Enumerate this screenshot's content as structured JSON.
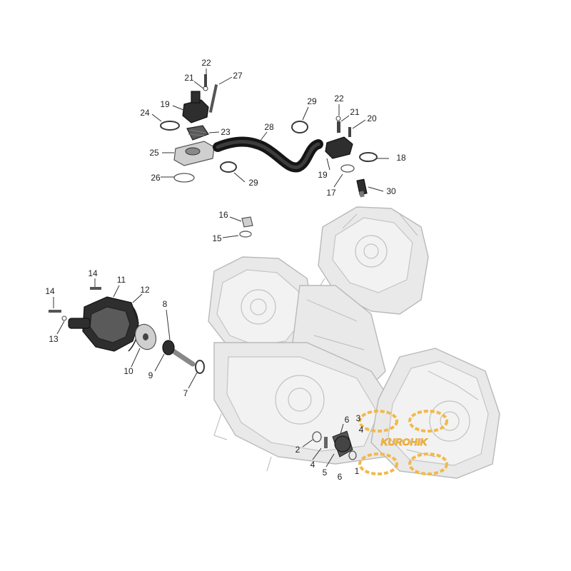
{
  "diagram": {
    "callouts": {
      "c1": "1",
      "c2": "2",
      "c3": "3",
      "c4a": "4",
      "c4b": "4",
      "c5": "5",
      "c6a": "6",
      "c6b": "6",
      "c7": "7",
      "c8": "8",
      "c9": "9",
      "c10": "10",
      "c11": "11",
      "c12": "12",
      "c13": "13",
      "c14a": "14",
      "c14b": "14",
      "c15": "15",
      "c16": "16",
      "c17": "17",
      "c18": "18",
      "c19a": "19",
      "c19b": "19",
      "c20": "20",
      "c21a": "21",
      "c21b": "21",
      "c22a": "22",
      "c22b": "22",
      "c23": "23",
      "c24": "24",
      "c25": "25",
      "c26": "26",
      "c27": "27",
      "c28": "28",
      "c29a": "29",
      "c29b": "29",
      "c30": "30"
    },
    "watermark": {
      "text": "KUROHIK",
      "primary_color": "#f6c34a",
      "outline_color": "#d78a13"
    }
  }
}
